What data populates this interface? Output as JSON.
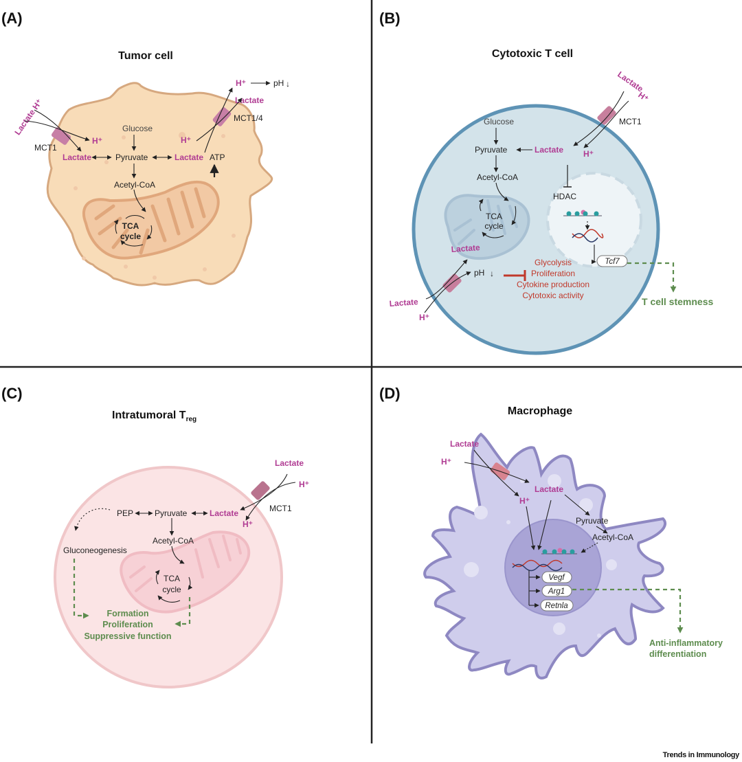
{
  "figure": {
    "credit": "Trends in Immunology",
    "colors": {
      "lactate_magenta": "#b03c93",
      "outcome_green": "#5d8c4e",
      "inhibition_red": "#c0392b",
      "divider": "#222222"
    }
  },
  "panels": {
    "A": {
      "letter": "(A)",
      "title": "Tumor cell",
      "cell_fill": "#f8dcb8",
      "labels": {
        "lactate_h_out": "Lactate H⁺",
        "mct1": "MCT1",
        "h_in": "H⁺",
        "lactate_left": "Lactate",
        "glucose": "Glucose",
        "pyruvate": "Pyruvate",
        "lactate_right": "Lactate",
        "h_right": "H⁺",
        "acetyl_coa": "Acetyl-CoA",
        "atp": "ATP",
        "tca1": "TCA",
        "tca2": "cycle",
        "mct14": "MCT1/4",
        "h_out": "H⁺",
        "ph": "pH",
        "ph_down": "↓",
        "lactate_out": "Lactate"
      }
    },
    "B": {
      "letter": "(B)",
      "title": "Cytotoxic T cell",
      "cell_fill": "#d3e3ea",
      "labels": {
        "lactate_out_top": "Lactate",
        "h_out_top": "H⁺",
        "mct1": "MCT1",
        "glucose": "Glucose",
        "pyruvate": "Pyruvate",
        "lactate": "Lactate",
        "h_in": "H⁺",
        "acetyl_coa": "Acetyl-CoA",
        "hdac": "HDAC",
        "tca1": "TCA",
        "tca2": "cycle",
        "lactate_lower": "Lactate",
        "ph": "pH",
        "ph_down": "↓",
        "tcf7": "Tcf7",
        "lactate_out_bottom": "Lactate",
        "h_out_bottom": "H⁺",
        "outcome": "T cell stemness"
      },
      "inhibited": [
        "Glycolysis",
        "Proliferation",
        "Cytokine production",
        "Cytotoxic activity"
      ]
    },
    "C": {
      "letter": "(C)",
      "title_main": "Intratumoral T",
      "title_sub": "reg",
      "cell_fill": "#fbe3e3",
      "labels": {
        "lactate_out": "Lactate",
        "h_out": "H⁺",
        "mct1": "MCT1",
        "pep": "PEP",
        "pyruvate": "Pyruvate",
        "lactate": "Lactate",
        "h_in": "H⁺",
        "acetyl_coa": "Acetyl-CoA",
        "gluconeogenesis": "Gluconeogenesis",
        "tca1": "TCA",
        "tca2": "cycle"
      },
      "outcomes": [
        "Formation",
        "Proliferation",
        "Suppressive function"
      ]
    },
    "D": {
      "letter": "(D)",
      "title": "Macrophage",
      "cell_fill": "#cfcdec",
      "labels": {
        "lactate_out": "Lactate",
        "h_out": "H⁺",
        "lactate_in": "Lactate",
        "h_in": "H⁺",
        "pyruvate": "Pyruvate",
        "acetyl_coa": "Acetyl-CoA"
      },
      "genes": [
        "Vegf",
        "Arg1",
        "Retnla"
      ],
      "outcome": [
        "Anti-inflammatory",
        "differentiation"
      ]
    }
  }
}
